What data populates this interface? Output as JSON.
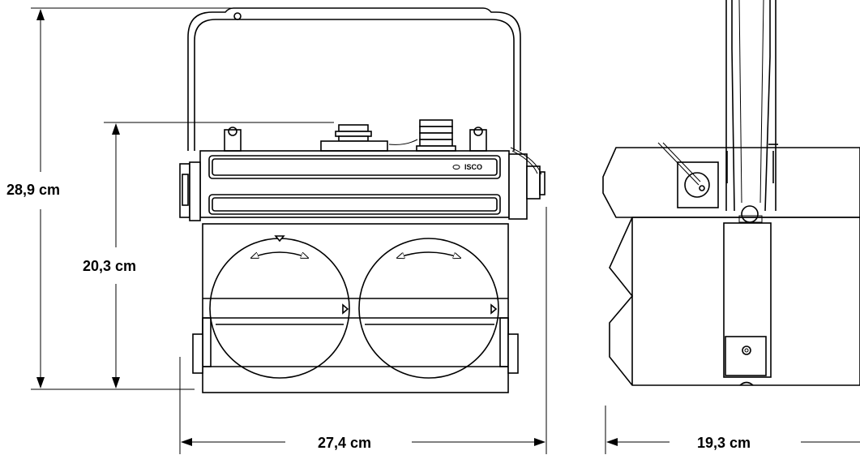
{
  "dimensions": {
    "overall_height": "28,9 cm",
    "body_height": "20,3 cm",
    "front_width": "27,4 cm",
    "side_depth": "19,3 cm"
  },
  "brand_label": "ISCO"
}
